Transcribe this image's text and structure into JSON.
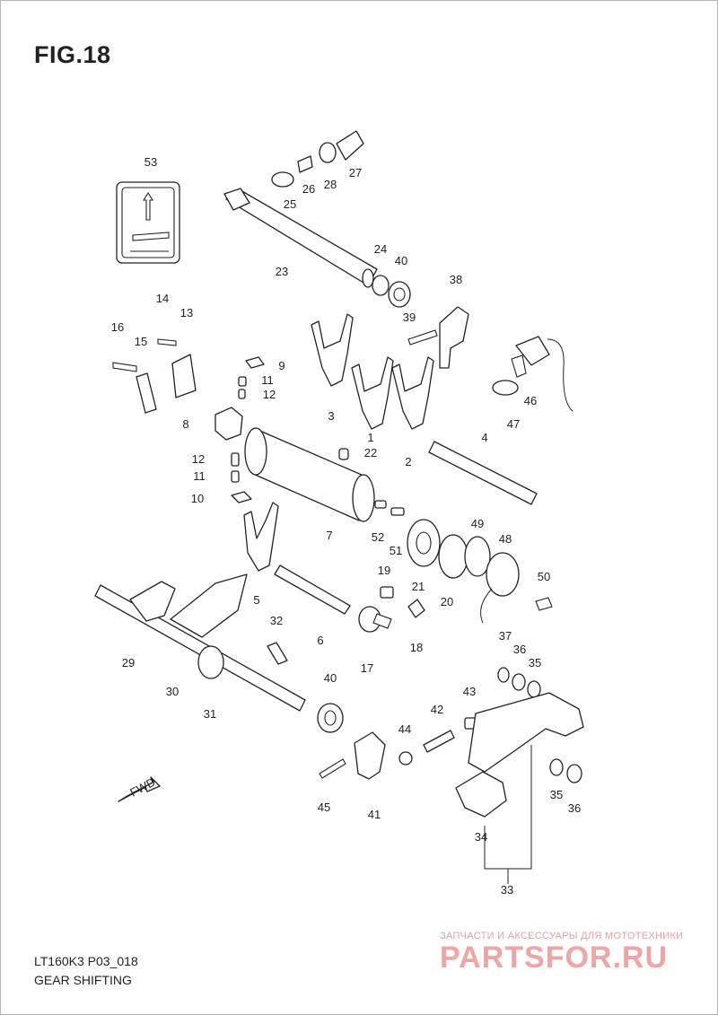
{
  "figure": {
    "title": "FIG.18"
  },
  "footer": {
    "model_code": "LT160K3 P03_018",
    "section_name": "GEAR SHIFTING"
  },
  "watermark": {
    "subtitle": "ЗАПЧАСТИ И АКСЕССУАРЫ ДЛЯ МОТОТЕХНИКИ",
    "logo_text": "PARTSFOR.RU",
    "color": "#e88888"
  },
  "direction_label": "FWD",
  "callouts": [
    "53",
    "25",
    "26",
    "28",
    "27",
    "23",
    "24",
    "40",
    "38",
    "39",
    "14",
    "13",
    "16",
    "15",
    "9",
    "11",
    "12",
    "8",
    "3",
    "1",
    "22",
    "2",
    "4",
    "46",
    "47",
    "12",
    "11",
    "10",
    "7",
    "52",
    "51",
    "49",
    "48",
    "5",
    "19",
    "21",
    "20",
    "50",
    "6",
    "32",
    "29",
    "30",
    "31",
    "18",
    "17",
    "37",
    "36",
    "35",
    "40",
    "43",
    "42",
    "44",
    "45",
    "41",
    "35",
    "36",
    "34",
    "33"
  ]
}
